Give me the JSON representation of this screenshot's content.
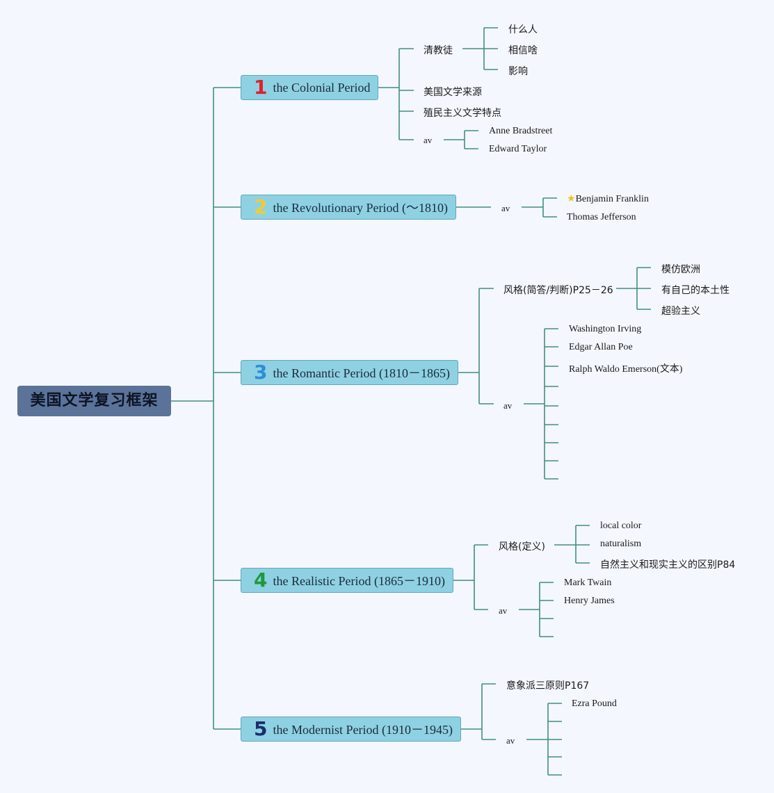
{
  "root": {
    "title": "美国文学复习框架"
  },
  "periods": [
    {
      "num": "1",
      "num_color": "#e0202c",
      "title": "the Colonial Period",
      "topics": [
        "清教徒",
        "美国文学来源",
        "殖民主义文学特点",
        "av"
      ],
      "puritan_children": [
        "什么人",
        "相信啥",
        "影响"
      ],
      "authors": [
        "Anne Bradstreet",
        "Edward Taylor"
      ]
    },
    {
      "num": "2",
      "num_color": "#f2cc2e",
      "title": "the Revolutionary Period (〜1810)",
      "topics": [
        "av"
      ],
      "authors": [
        "Benjamin Franklin",
        "Thomas Jefferson"
      ],
      "star_icon": "star-icon"
    },
    {
      "num": "3",
      "num_color": "#2a8fd6",
      "title": "the Romantic Period (1810－1865)",
      "topics": [
        "风格(简答/判断)P25－26",
        "av"
      ],
      "style_children": [
        "模仿欧洲",
        "有自己的本土性",
        "超验主义"
      ],
      "authors": [
        "Washington Irving",
        "Edgar Allan Poe",
        "Ralph Waldo Emerson(文本)"
      ]
    },
    {
      "num": "4",
      "num_color": "#1f9a3a",
      "title": "the Realistic Period (1865－1910)",
      "topics": [
        "风格(定义)",
        "av"
      ],
      "style_children": [
        "local color",
        "naturalism",
        "自然主义和现实主义的区别P84"
      ],
      "authors": [
        "Mark Twain",
        "Henry James"
      ]
    },
    {
      "num": "5",
      "num_color": "#1b2d6e",
      "title": "the Modernist Period (1910－1945)",
      "topics": [
        "意象派三原则P167",
        "av"
      ],
      "authors": [
        "Ezra Pound"
      ]
    }
  ],
  "colors": {
    "connector": "#3f8f7c",
    "root_bg": "#5b7399",
    "period_bg": "#8ed1e3",
    "background": "#f4f7fd"
  }
}
